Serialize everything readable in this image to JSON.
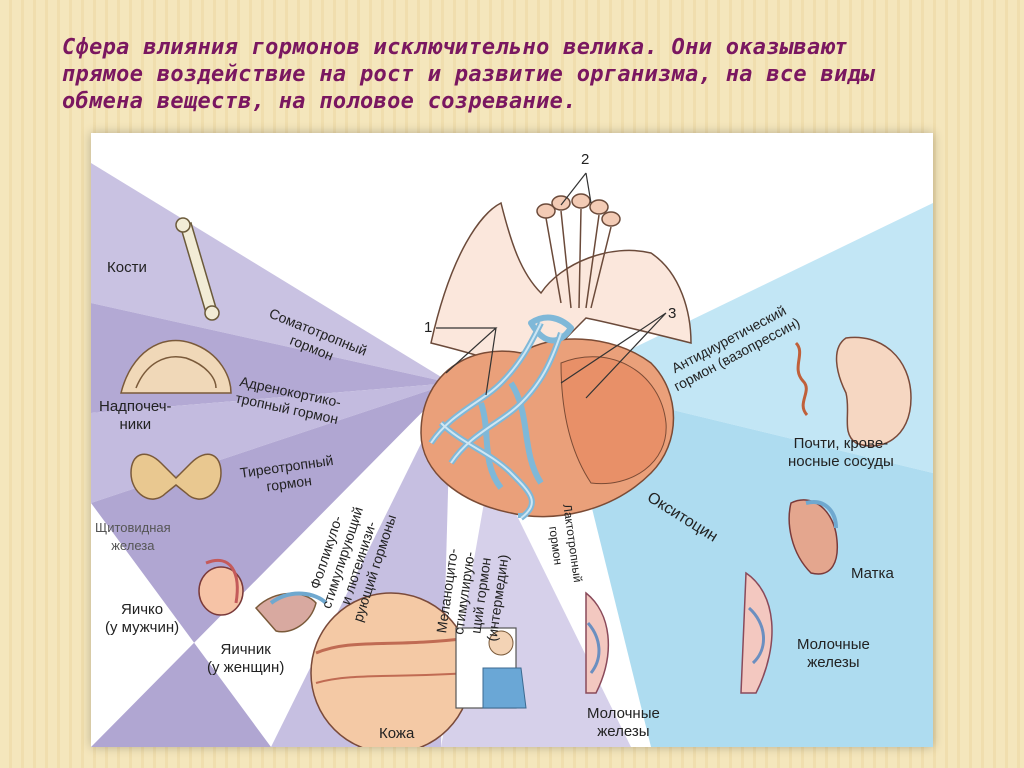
{
  "heading": {
    "line1": "Сфера влияния гормонов исключительно велика. Они оказывают",
    "line2": "прямое воздействие на рост и развитие организма, на все виды",
    "line3": "обмена веществ, на половое созревание."
  },
  "diagram": {
    "numbers": {
      "n1": "1",
      "n2": "2",
      "n3": "3"
    },
    "organs": {
      "bones": "Кости",
      "adrenal_1": "Надпочеч-",
      "adrenal_2": "ники",
      "thyroid_1": "Щитовидная",
      "thyroid_2": "железа",
      "testis_1": "Яичко",
      "testis_2": "(у мужчин)",
      "ovary_1": "Яичник",
      "ovary_2": "(у женщин)",
      "skin": "Кожа",
      "mammary_mid_1": "Молочные",
      "mammary_mid_2": "железы",
      "kidney_1": "Почти, крове-",
      "kidney_2": "носные сосуды",
      "uterus": "Матка",
      "mammary_right_1": "Молочные",
      "mammary_right_2": "железы"
    },
    "hormones": {
      "somato_1": "Соматотропный",
      "somato_2": "гормон",
      "adreno_1": "Адренокортико-",
      "adreno_2": "тропный гормон",
      "thyro_1": "Тиреотропный",
      "thyro_2": "гормон",
      "follic_1": "Фолликуло-",
      "follic_2": "стимулирующий",
      "follic_3": "и лютеинизи-",
      "follic_4": "рующий гормоны",
      "melano_1": "Меланоцито-",
      "melano_2": "стимулирую-",
      "melano_3": "щий гормон",
      "melano_4": "(интермедин)",
      "lacto_1": "Лактотропный",
      "lacto_2": "гормон",
      "adh_1": "Антидиуретический",
      "adh_2": "гормон (вазопрессин)",
      "oxy": "Окситоцин"
    },
    "colors": {
      "heading": "#7a1760",
      "wedge_purple": "#b9b0d8",
      "wedge_blue": "#b7e0f2",
      "gland": "#eaa07a",
      "vessels": "#8fc3df"
    }
  }
}
